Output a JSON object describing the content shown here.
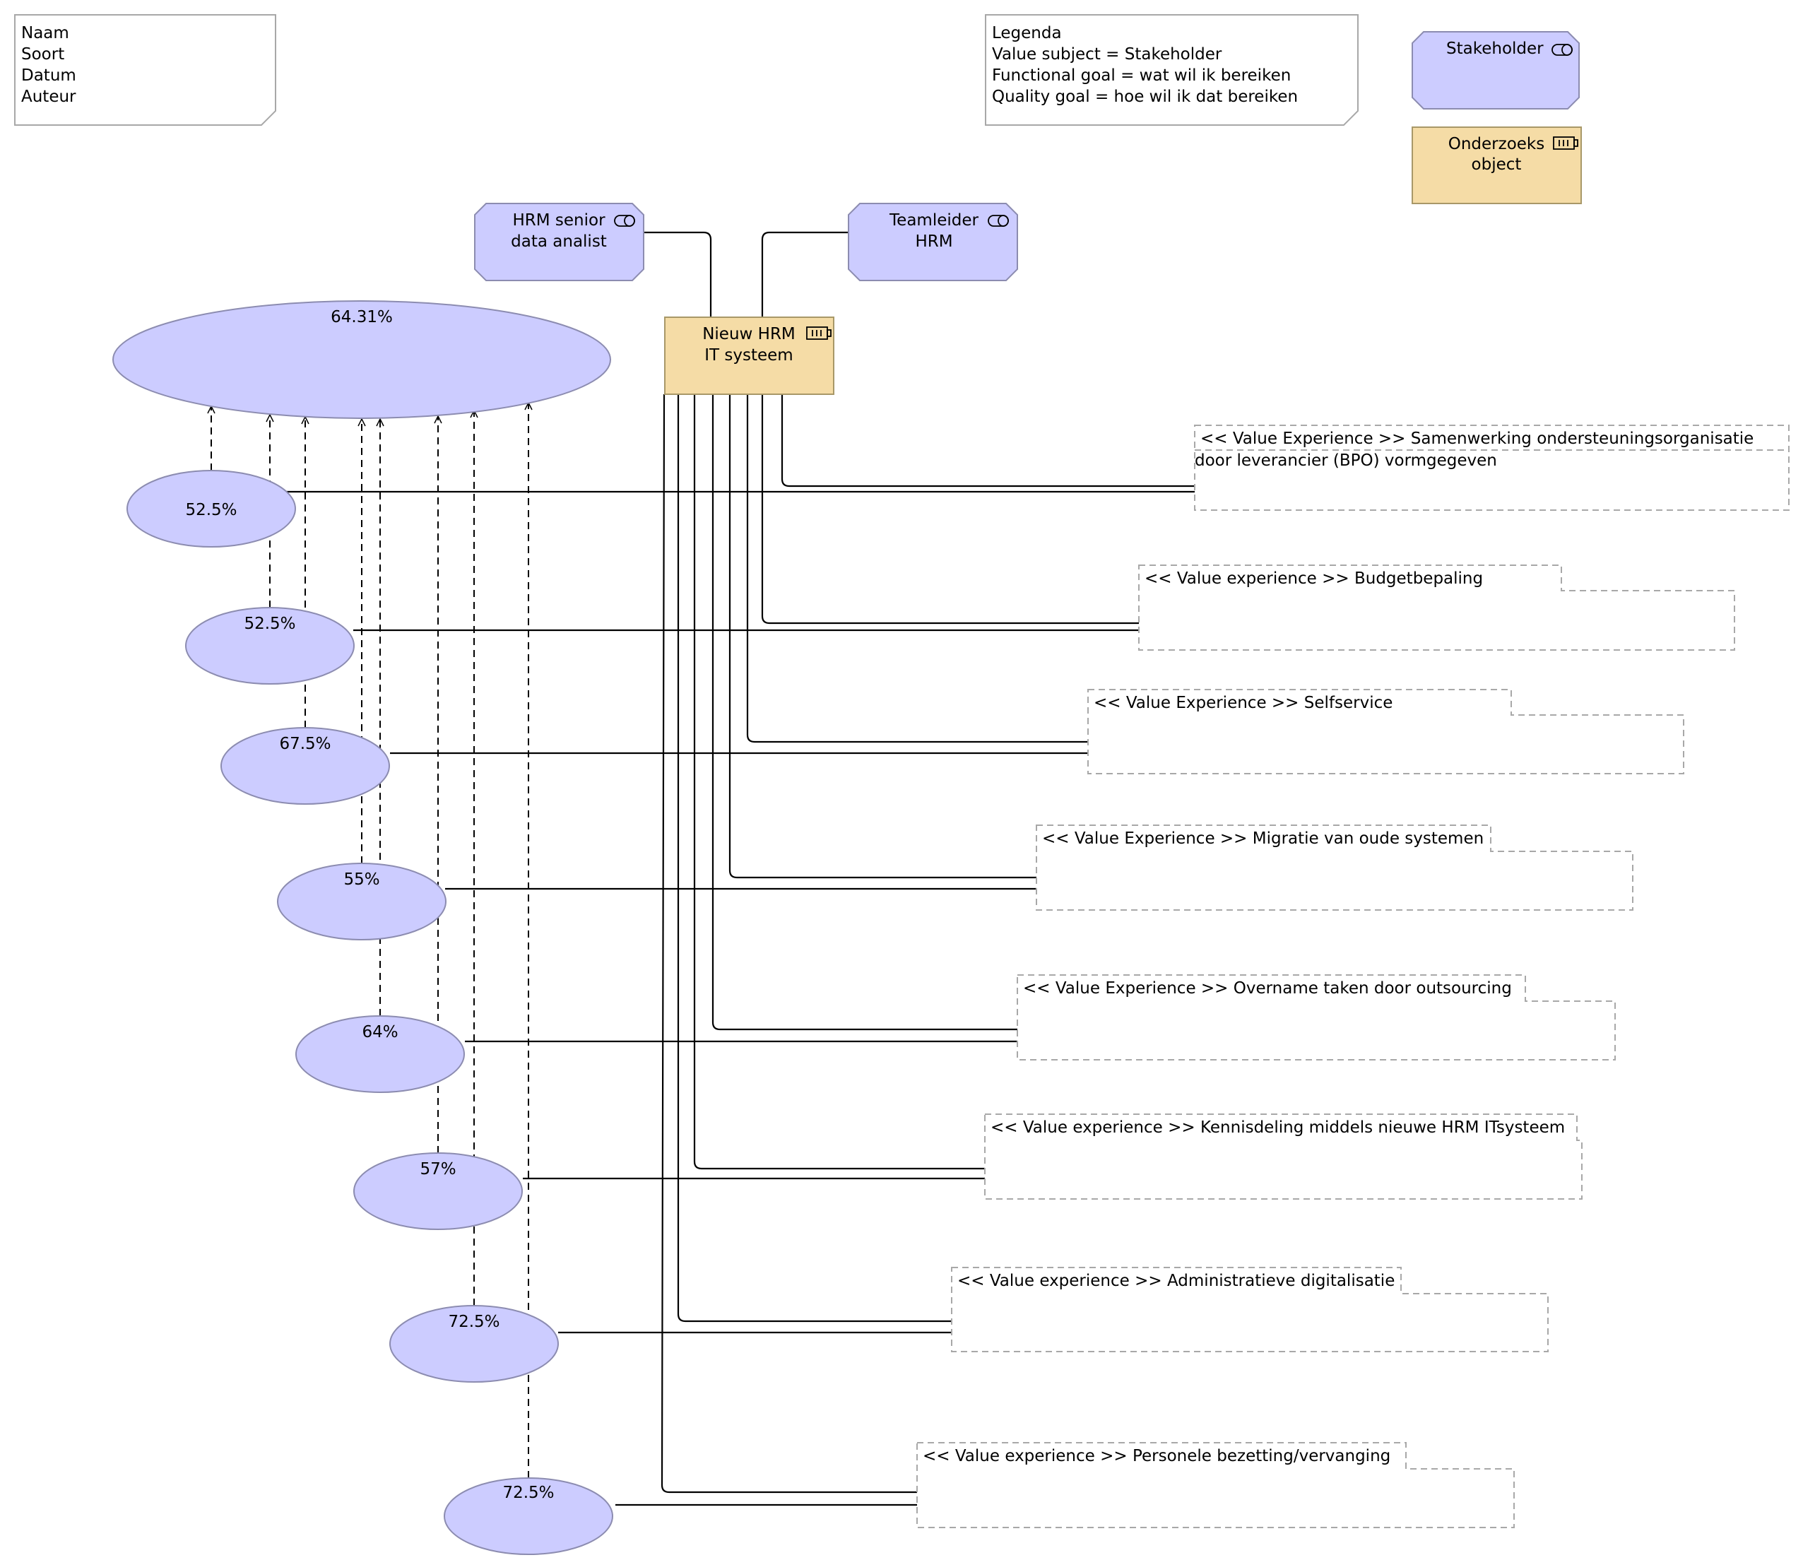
{
  "info_note": {
    "lines": [
      "Naam",
      "Soort",
      "Datum",
      "Auteur"
    ]
  },
  "legend_note": {
    "lines": [
      "Legenda",
      "Value subject = Stakeholder",
      "Functional goal = wat wil ik bereiken",
      "Quality goal = hoe wil ik dat bereiken"
    ]
  },
  "legend_stakeholder": {
    "lines": [
      "Stakeholder"
    ],
    "icon": "role-icon"
  },
  "legend_object": {
    "lines": [
      "Onderzoeks",
      "object"
    ],
    "icon": "component-icon"
  },
  "stakeholders": [
    {
      "lines": [
        "HRM senior",
        "data analist"
      ],
      "icon": "role-icon"
    },
    {
      "lines": [
        "Teamleider",
        "HRM"
      ],
      "icon": "role-icon"
    }
  ],
  "research_object": {
    "lines": [
      "Nieuw HRM",
      "IT systeem"
    ],
    "icon": "component-icon"
  },
  "total_goal": {
    "label": "64.31%"
  },
  "goals": [
    {
      "label": "52.5%"
    },
    {
      "label": "52.5%"
    },
    {
      "label": "67.5%"
    },
    {
      "label": "55%"
    },
    {
      "label": "64%"
    },
    {
      "label": "57%"
    },
    {
      "label": "72.5%"
    },
    {
      "label": "72.5%"
    }
  ],
  "experiences": [
    {
      "lines": [
        "<< Value Experience >> Samenwerking ondersteuningsorganisatie",
        "door leverancier (BPO) vormgegeven"
      ]
    },
    {
      "lines": [
        "<< Value experience >> Budgetbepaling"
      ]
    },
    {
      "lines": [
        "<< Value Experience >> Selfservice"
      ]
    },
    {
      "lines": [
        "<< Value Experience >> Migratie van oude systemen"
      ]
    },
    {
      "lines": [
        "<< Value Experience >> Overname taken door outsourcing"
      ]
    },
    {
      "lines": [
        "<< Value experience >> Kennisdeling middels nieuwe HRM ITsysteem"
      ]
    },
    {
      "lines": [
        "<< Value experience >> Administratieve digitalisatie"
      ]
    },
    {
      "lines": [
        "<< Value experience >> Personele bezetting/vervanging"
      ]
    }
  ],
  "colors": {
    "stakeholder_fill": "#CCCCFF",
    "object_fill": "#F5DCA6",
    "goal_fill": "#CCCCFF",
    "outline": "#8C8CB0",
    "line": "#000000",
    "dashed_border": "#A8A8A8"
  }
}
